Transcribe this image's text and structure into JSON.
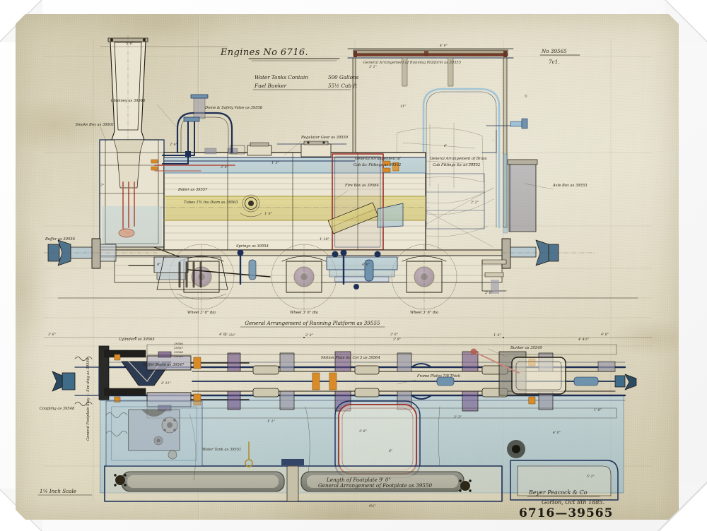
{
  "sheet": {
    "title": "Engines No 6716.",
    "spec_lines": [
      {
        "label": "Water Tanks Contain",
        "value": "500 Gallons"
      },
      {
        "label": "Fuel Bunker",
        "value": "55½ Cub ft"
      }
    ],
    "order_number": "No 39565",
    "order_sub": "7c1.",
    "maker": "Beyer Peacock & Co",
    "place_date": "Gorton, Oct 8th 1885.",
    "drawing_number": "6716—39565",
    "scale_note": "1¼ Inch Scale",
    "colors": {
      "ink_black": "#221c12",
      "ink_blue": "#1d2f56",
      "wash_blue": "#9dc2d6",
      "wash_yellow": "#d8cf7a",
      "wash_red": "#9e2c23",
      "wash_purple": "#6b4f86",
      "wash_orange": "#d98b28",
      "wash_grey": "#8f8f9e",
      "paper": "#e6e1cc"
    }
  },
  "elevation": {
    "caption_platform": "General Arrangement of Running Platform as 39555",
    "caption_cab_a": "General Arrangement of",
    "caption_cab_b": "Cab &c Fittings as 39562",
    "caption_cab_c": "General Arrangement of Brass",
    "caption_cab_d": "Cab Fittings &c as 39552",
    "caption_tubes": "Tubes 1¾ Ins Diam  as 39563",
    "caption_firebox": "Fire Box as 39564",
    "caption_smokebox": "Smoke Box as 39561",
    "caption_chimney": "Chimney as 39560",
    "caption_regulator": "Regulator Gear as 39559",
    "caption_dome": "Dome & Safety Valve as 39558",
    "caption_boiler": "Boiler as 39557",
    "caption_buffer": "Buffer as 39556",
    "caption_springs": "Springs as 39554",
    "caption_axlebox": "Axle Box as 39553",
    "wheel_labels": [
      "Wheel 3' 6\" dia",
      "Wheel 3' 6\" dia",
      "Wheel 3' 6\" dia"
    ],
    "dims": [
      {
        "text": "5' 6\""
      },
      {
        "text": "4' 9\""
      },
      {
        "text": "3' 1\""
      },
      {
        "text": "2' 4\""
      },
      {
        "text": "1' 6\""
      },
      {
        "text": "11\""
      },
      {
        "text": "6'"
      },
      {
        "text": "3' 0\""
      },
      {
        "text": "1' 10\""
      },
      {
        "text": "2' 2\""
      },
      {
        "text": "9\""
      },
      {
        "text": "4' 6\""
      },
      {
        "text": "7\""
      },
      {
        "text": "1' 3\""
      },
      {
        "text": "2' 6\""
      },
      {
        "text": "5'"
      }
    ],
    "baseline_marks": [
      "3' 6\"",
      "4' 0\"",
      "3' 0\"",
      "4' 6\""
    ]
  },
  "plan": {
    "caption_cylinders": "Cylinders as 39565",
    "cylinder_refs": [
      "39566",
      "39567",
      "39568",
      "39569"
    ],
    "caption_motion": "Motion Plate &c  Col 3 as 39564",
    "caption_footplate_len": "Length of Footplate 9' 0\"",
    "caption_footplate": "General Arrangement of Footplate as 39550",
    "caption_tank": "Water Tank as 39551",
    "caption_frame": "Frame Plates 7/8 Thick",
    "caption_side_vert": "General Footplate Stay — See dwg as 39560",
    "caption_bunker": "Bunker as 39549",
    "caption_coupling": "Coupling as 39548",
    "caption_buffer_beam": "Buffer Beam as 39547",
    "dims": [
      {
        "text": "1' 3½\""
      },
      {
        "text": "2' 0\""
      },
      {
        "text": "3' 9\""
      },
      {
        "text": "1' 6\""
      },
      {
        "text": "4' 4½\""
      },
      {
        "text": "2' 11\""
      },
      {
        "text": "1' 1\""
      },
      {
        "text": "3' 6\""
      },
      {
        "text": "6\""
      },
      {
        "text": "2' 3\""
      },
      {
        "text": "4' 0\""
      },
      {
        "text": "1' 8\""
      },
      {
        "text": "5' 2\""
      },
      {
        "text": "9½\""
      }
    ]
  }
}
